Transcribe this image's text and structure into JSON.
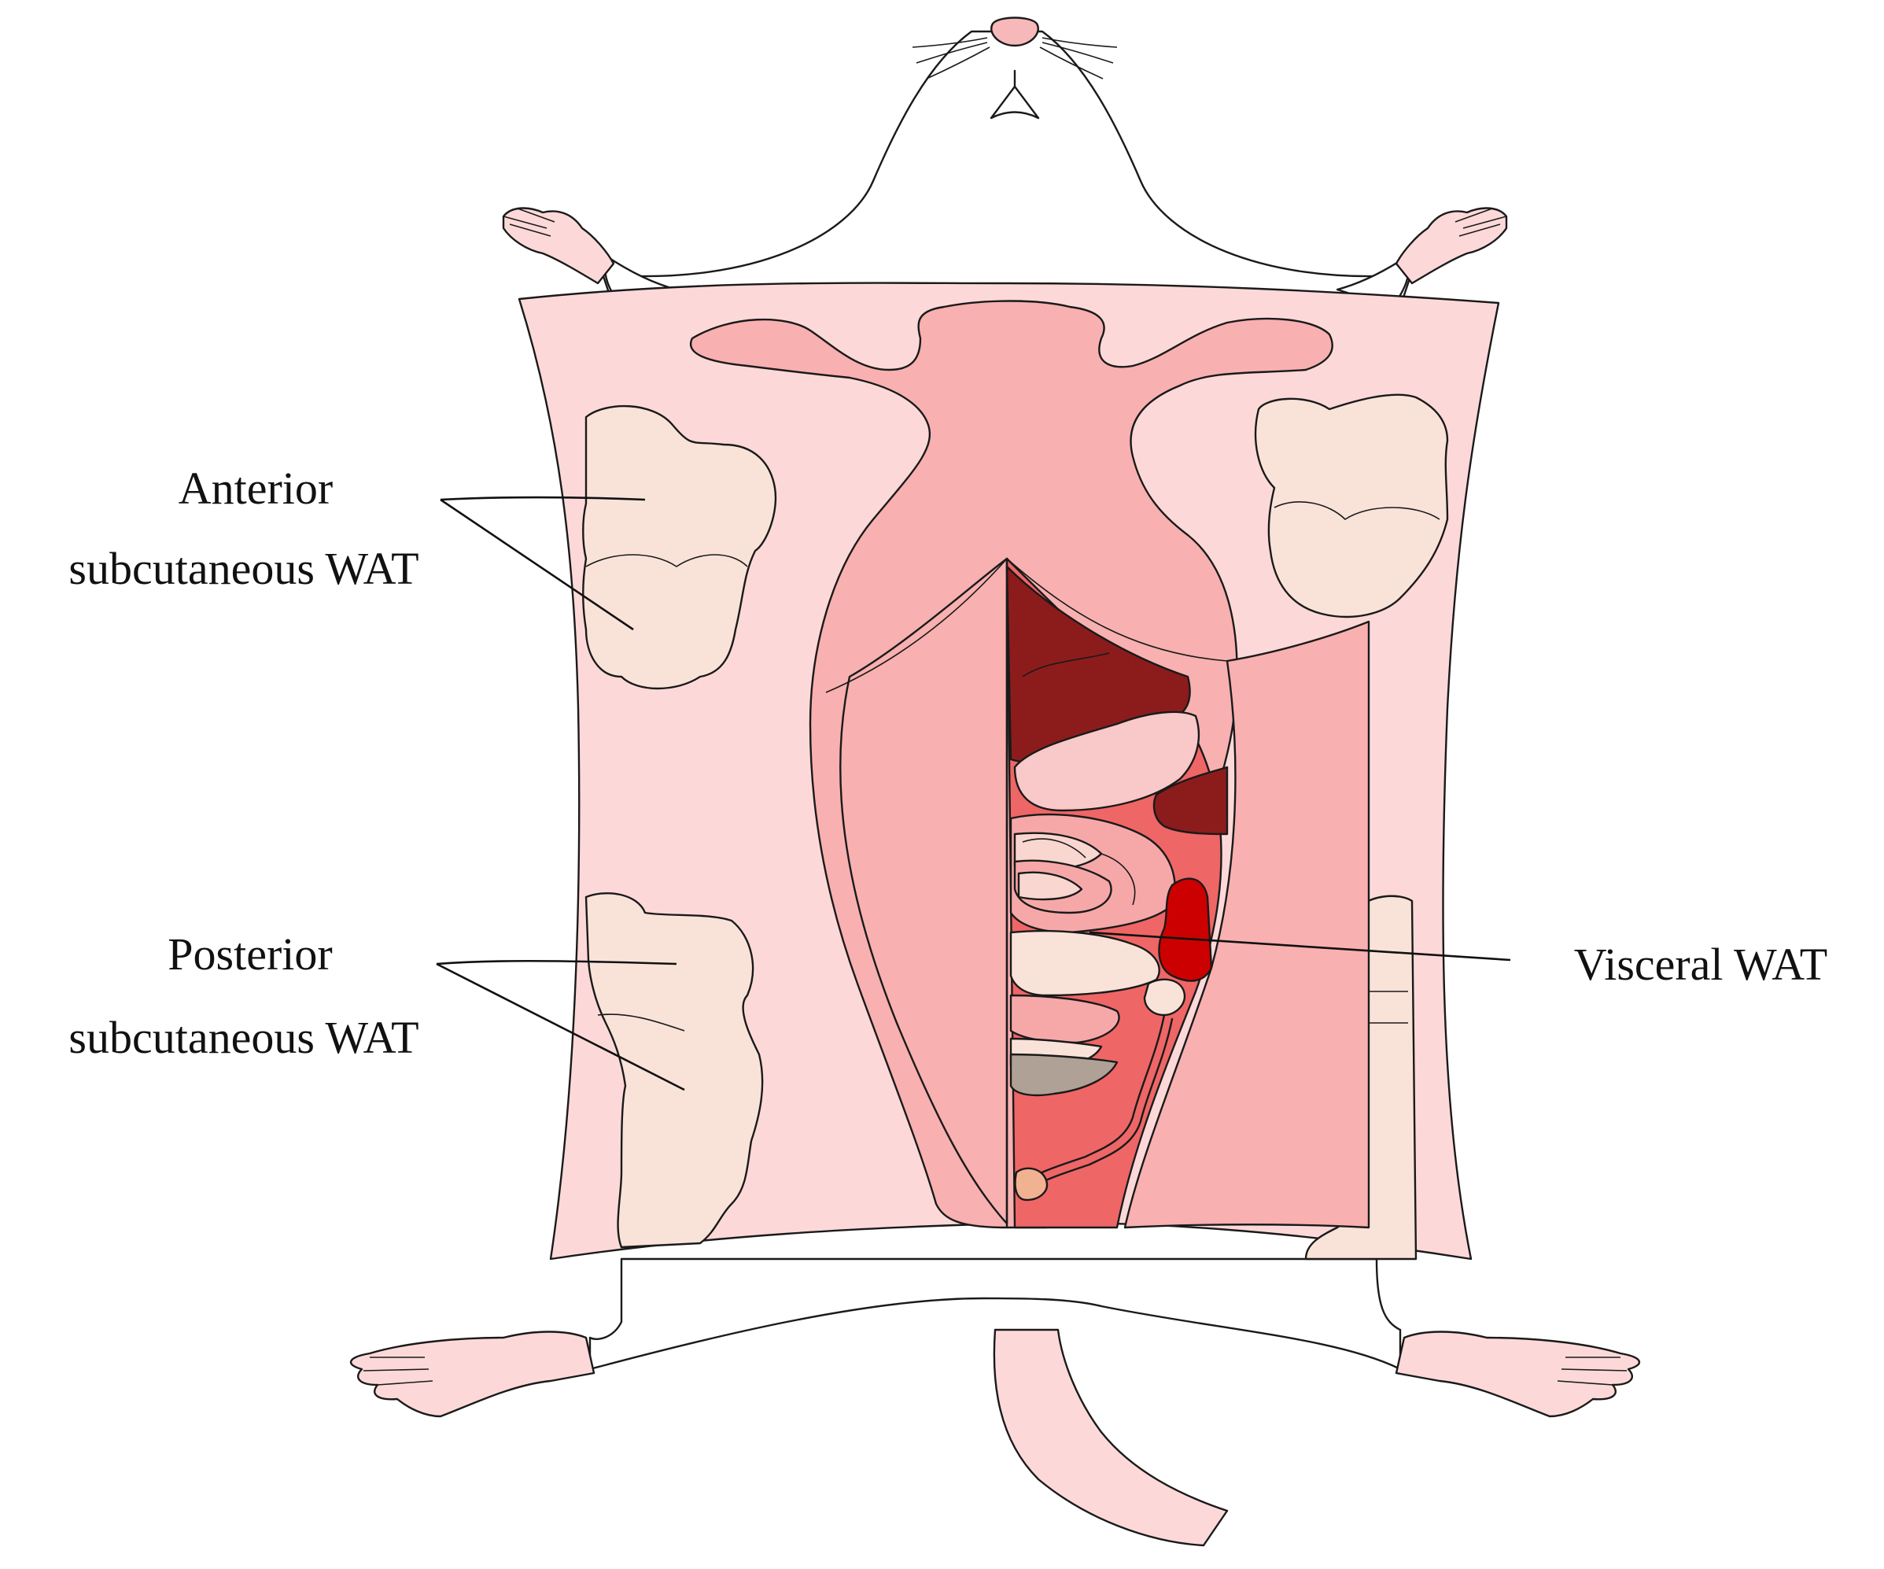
{
  "labels": {
    "anterior_line1": "Anterior",
    "anterior_line2": "subcutaneous WAT",
    "posterior_line1": "Posterior",
    "posterior_line2": "subcutaneous WAT",
    "visceral": "Visceral WAT"
  },
  "colors": {
    "skin": "#fcd9d8",
    "muscle": "#f8b0b0",
    "fat": "#f9e3d9",
    "liver": "#8c1c1c",
    "intestine": "#f6a8a8",
    "spleen": "#cc0000",
    "cavity": "#ef6666",
    "gray_organ": "#b0a196",
    "limb": "#fcd9d8",
    "nose": "#f6b8b8"
  }
}
